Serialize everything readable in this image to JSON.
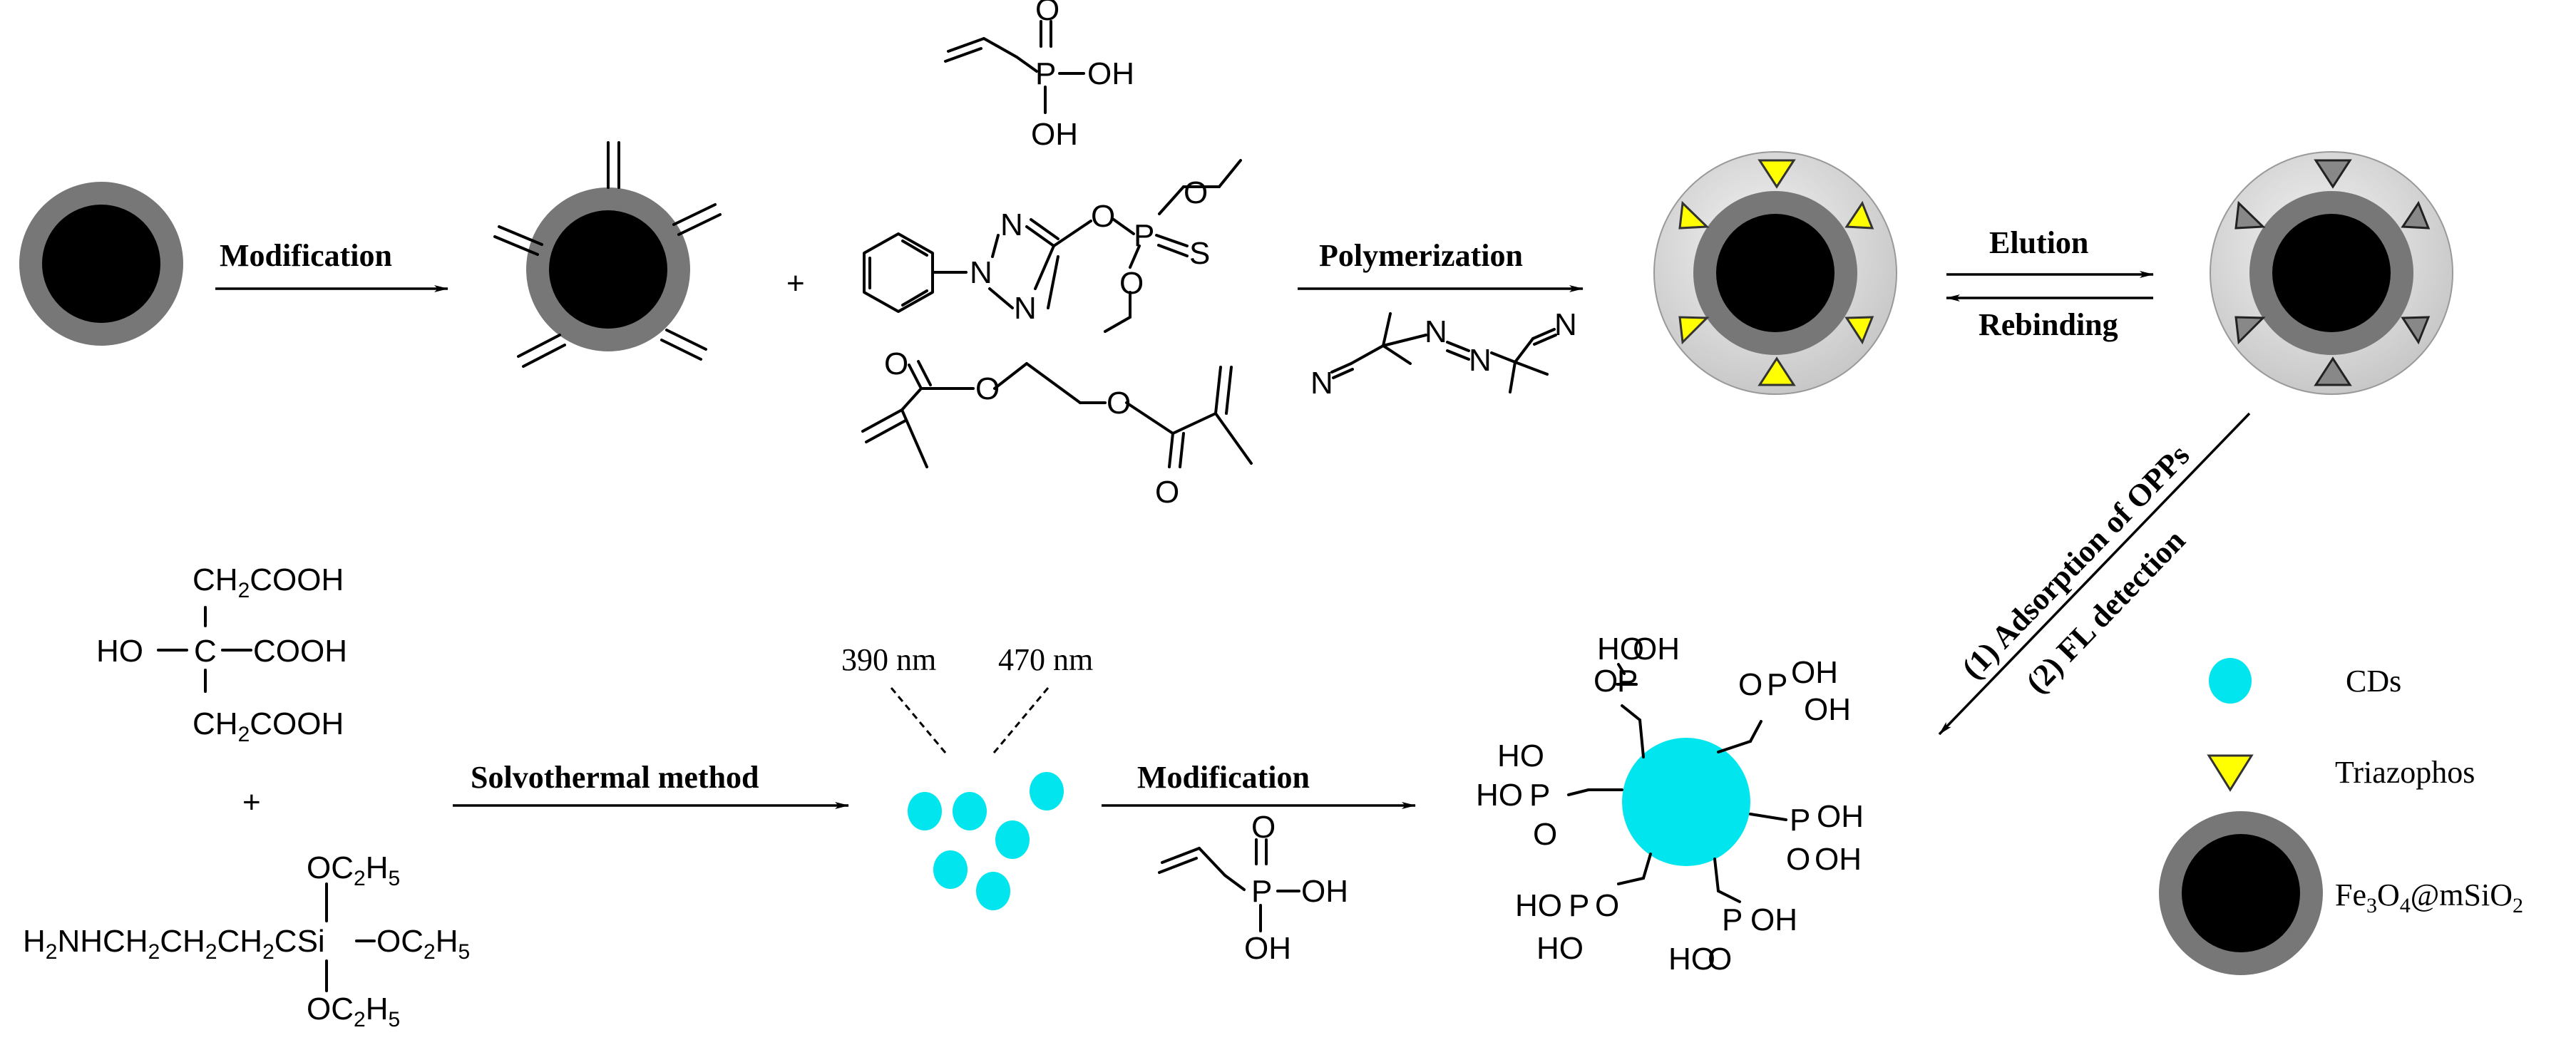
{
  "colors": {
    "core": "#000000",
    "shell": "#777777",
    "polymer": "#d6d6d6",
    "cd": "#00e5ee",
    "template": "#ffff00",
    "cavity": "#888888"
  },
  "arrows": {
    "modification_top": "Modification",
    "polymerization": "Polymerization",
    "elution": "Elution",
    "rebinding": "Rebinding",
    "adsorption": "(1) Adsorption of OPPs",
    "fl_detection": "(2) FL detection",
    "solvothermal": "Solvothermal method",
    "modification_bottom": "Modification"
  },
  "emission": {
    "ex": "390 nm",
    "em": "470 nm"
  },
  "atoms": {
    "O": "O",
    "OH": "OH",
    "HO": "HO",
    "P": "P",
    "S": "S",
    "N": "N",
    "C": "C",
    "plus": "+",
    "ch2cooh": "CH",
    "cooh": "COOH",
    "sub2": "2",
    "sub3": "3",
    "sub4": "4",
    "sub5": "5",
    "oc": "OC",
    "h": "H",
    "h2n": "H",
    "nh": "NH",
    "ch2": "CH",
    "si": "Si"
  },
  "legend": {
    "cds": "CDs",
    "triazophos": "Triazophos",
    "fe3o4_a": "Fe",
    "fe3o4_b": "O",
    "fe3o4_c": "@mSiO",
    "fe3o4_d": "2"
  }
}
